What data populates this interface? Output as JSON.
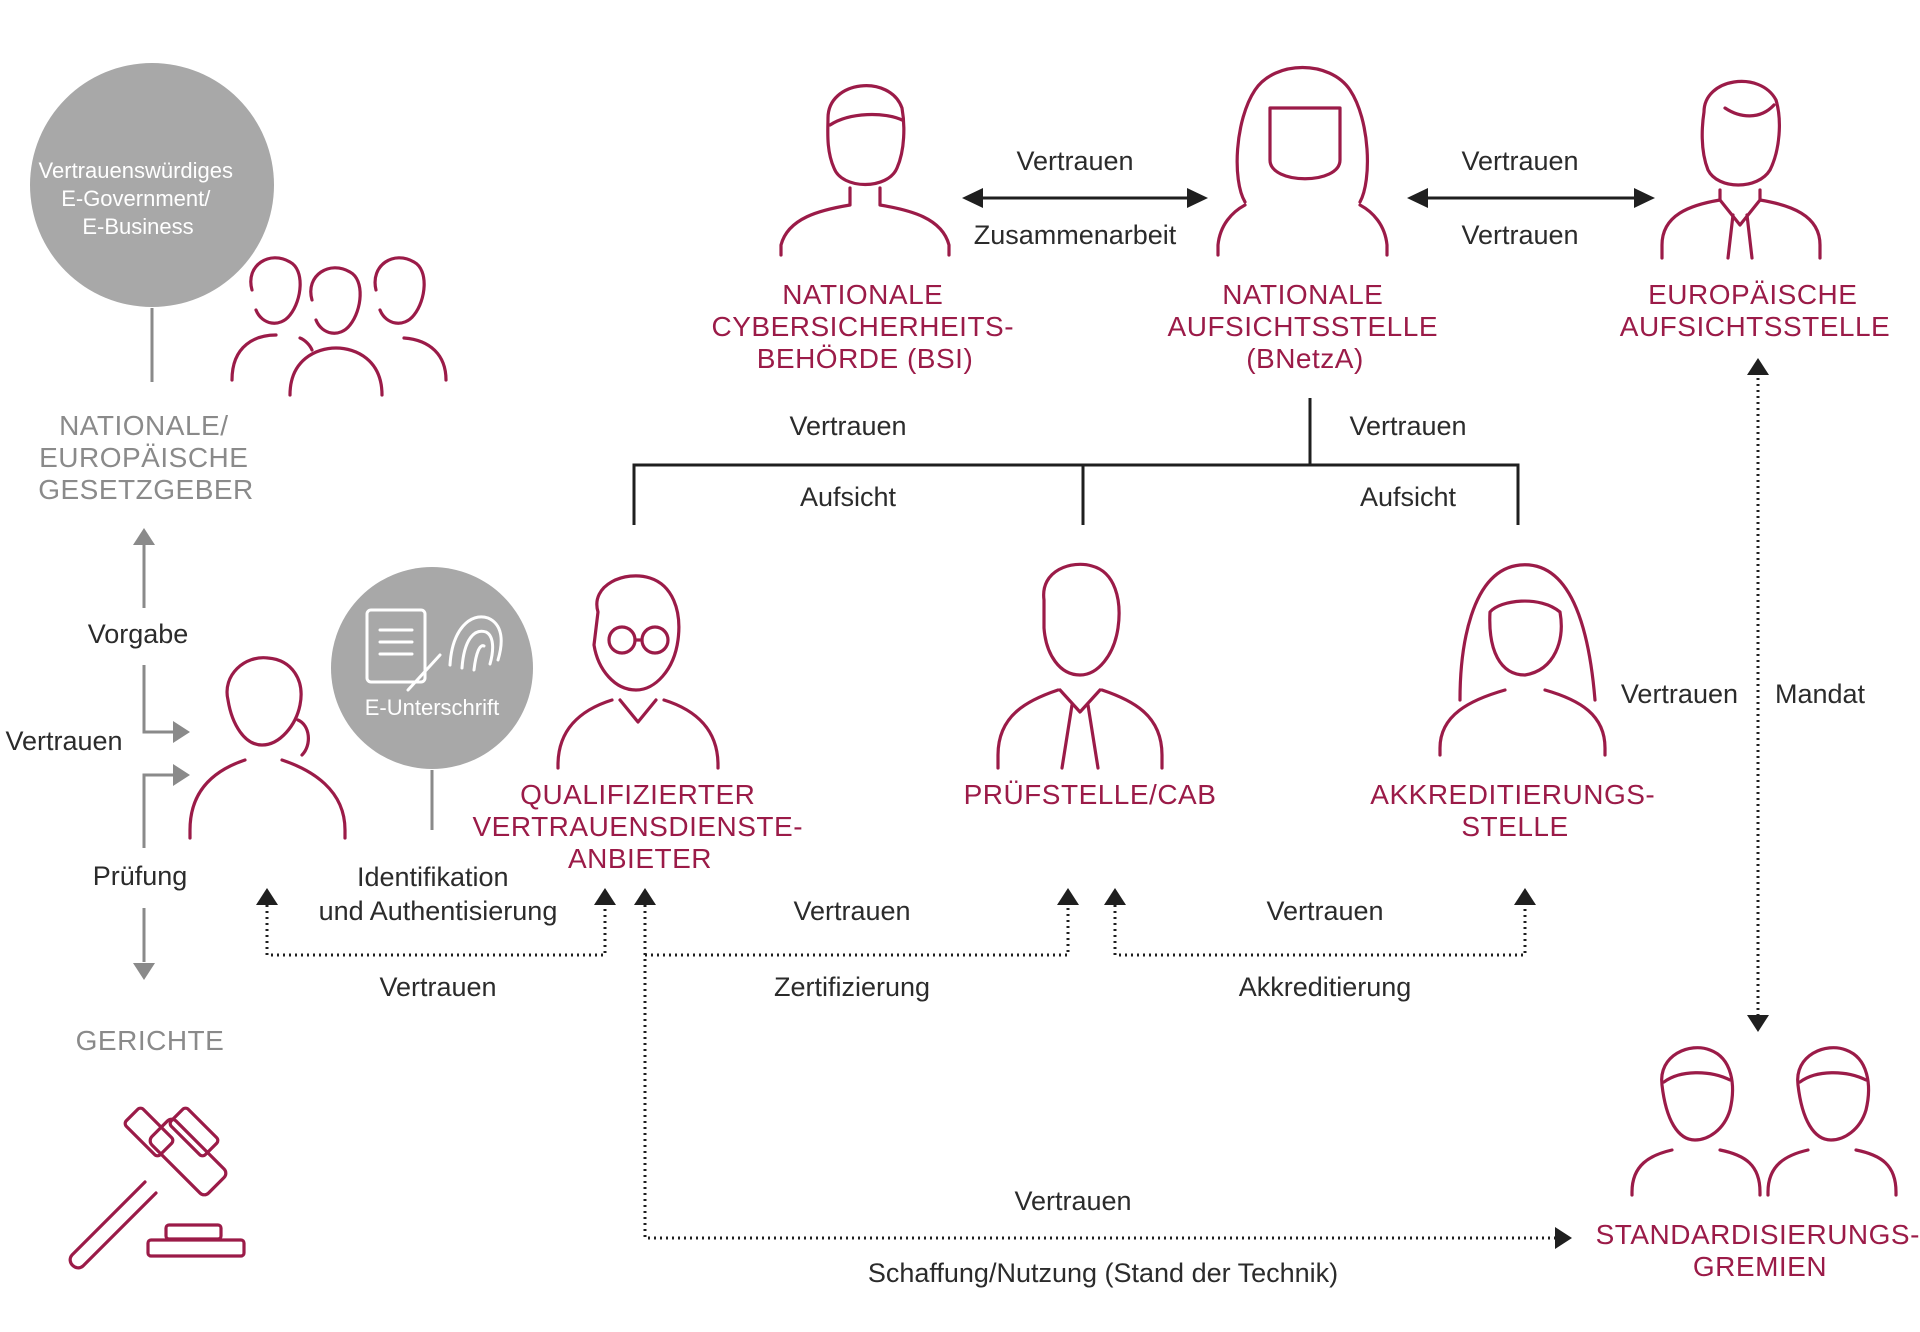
{
  "entities": {
    "bsi": [
      "NATIONALE",
      "CYBERSICHERHEITS-",
      "BEHÖRDE (BSI)"
    ],
    "bnetza": [
      "NATIONALE",
      "AUFSICHTSSTELLE",
      "(BNetzA)"
    ],
    "eu_supervisor": [
      "EUROPÄISCHE",
      "AUFSICHTSSTELLE"
    ],
    "legislators": [
      "NATIONALE/",
      "EUROPÄISCHE",
      "GESETZGEBER"
    ],
    "courts": "GERICHTE",
    "qtsp": [
      "QUALIFIZIERTER",
      "VERTRAUENSDIENSTE-",
      "ANBIETER"
    ],
    "cab": "PRÜFSTELLE/CAB",
    "accreditation": [
      "AKKREDITIERUNGS-",
      "STELLE"
    ],
    "standards": [
      "STANDARDISIERUNGS-",
      "GREMIEN"
    ]
  },
  "bubbles": {
    "egov": [
      "Vertrauenswürdiges",
      "E-Government/",
      "E-Business"
    ],
    "esignature": "E-Unterschrift"
  },
  "relations": {
    "bsi_bnetza_top": "Vertrauen",
    "bsi_bnetza_bottom": "Zusammenarbeit",
    "bnetza_eu_top": "Vertrauen",
    "bnetza_eu_bottom": "Vertrauen",
    "supervision_left_top": "Vertrauen",
    "supervision_left_bottom": "Aufsicht",
    "supervision_right_top": "Vertrauen",
    "supervision_right_bottom": "Aufsicht",
    "eu_standards_left": "Vertrauen",
    "eu_standards_right": "Mandat",
    "vorgabe": "Vorgabe",
    "user_trust": "Vertrauen",
    "pruefung": "Prüfung",
    "ident_line1": "Identifikation",
    "ident_line2": "und Authentisierung",
    "user_qtsp_bottom": "Vertrauen",
    "qtsp_cab_top": "Vertrauen",
    "qtsp_cab_bottom": "Zertifizierung",
    "cab_accr_top": "Vertrauen",
    "cab_accr_bottom": "Akkreditierung",
    "qtsp_std_top": "Vertrauen",
    "qtsp_std_bottom": "Schaffung/Nutzung (Stand der Technik)"
  },
  "colors": {
    "accent": "#9b1b48",
    "grey": "#8a8a8a",
    "text": "#2b2b2b"
  }
}
